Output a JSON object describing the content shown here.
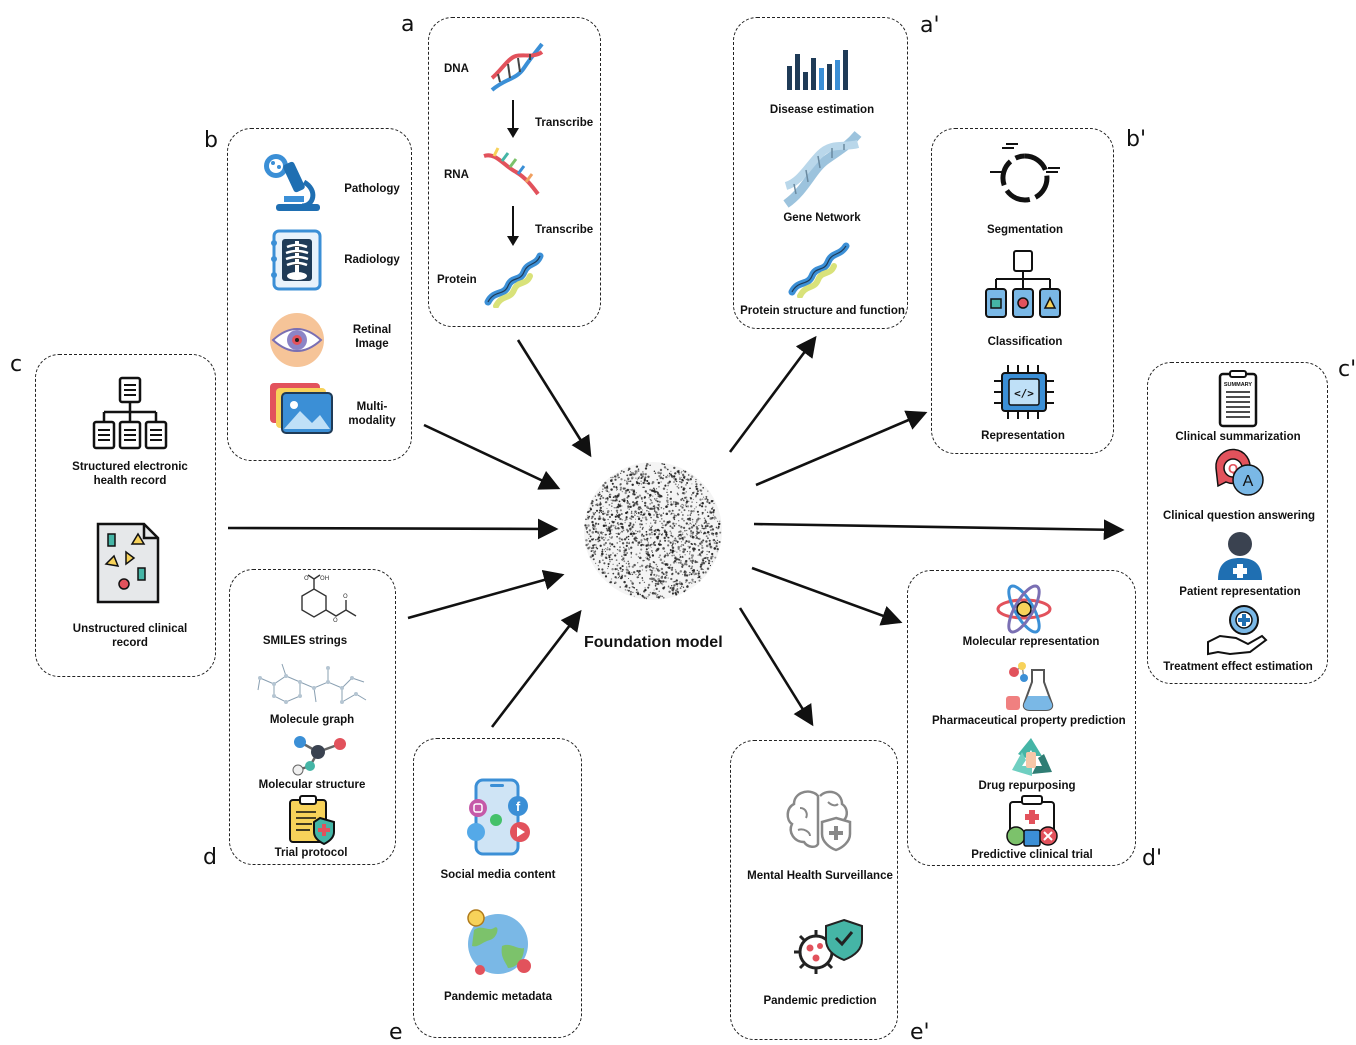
{
  "center": {
    "title": "Foundation model"
  },
  "panels": {
    "a": {
      "letter": "a",
      "labels": {
        "dna": "DNA",
        "rna": "RNA",
        "protein": "Protein",
        "transcribe1": "Transcribe",
        "transcribe2": "Transcribe"
      }
    },
    "a2": {
      "letter": "a'",
      "labels": {
        "disease": "Disease estimation",
        "gene": "Gene Network",
        "protein": "Protein structure and function"
      }
    },
    "b": {
      "letter": "b",
      "labels": {
        "pathology": "Pathology",
        "radiology": "Radiology",
        "retinal": "Retinal Image",
        "multi": "Multi-modality"
      }
    },
    "b2": {
      "letter": "b'",
      "labels": {
        "segmentation": "Segmentation",
        "classification": "Classification",
        "representation": "Representation"
      }
    },
    "c": {
      "letter": "c",
      "labels": {
        "structured": "Structured electronic health record",
        "unstructured": "Unstructured clinical record"
      }
    },
    "c2": {
      "letter": "c'",
      "labels": {
        "summarization": "Clinical summarization",
        "summary_tag": "SUMMARY",
        "qa": "Clinical question answering",
        "patient": "Patient representation",
        "treatment": "Treatment effect estimation"
      }
    },
    "d": {
      "letter": "d",
      "labels": {
        "smiles": "SMILES strings",
        "graph": "Molecule graph",
        "structure": "Molecular structure",
        "trial": "Trial protocol"
      }
    },
    "d2": {
      "letter": "d'",
      "labels": {
        "molrep": "Molecular representation",
        "pharma": "Pharmaceutical property prediction",
        "drug": "Drug repurposing",
        "trial": "Predictive clinical trial"
      }
    },
    "e": {
      "letter": "e",
      "labels": {
        "social": "Social media content",
        "pandemic": "Pandemic metadata"
      }
    },
    "e2": {
      "letter": "e'",
      "labels": {
        "mental": "Mental Health Surveillance",
        "pandemic": "Pandemic prediction"
      }
    }
  },
  "colors": {
    "line": "#111111",
    "blue": "#3b8fd6",
    "orange": "#f0a060",
    "pink": "#f08080",
    "teal": "#45b5a6",
    "yellow": "#f7d25a",
    "green": "#7cc26b"
  },
  "icons": [
    "microscope-icon",
    "xray-icon",
    "eye-icon",
    "images-icon",
    "dna-icon",
    "rna-icon",
    "protein-icon",
    "bar-chart-icon",
    "gene-network-icon",
    "segmentation-icon",
    "classification-icon",
    "chip-icon",
    "document-tree-icon",
    "clinical-note-icon",
    "clipboard-summary-icon",
    "qa-bubble-icon",
    "patient-icon",
    "hand-care-icon",
    "molecule-icon",
    "molecule-graph-icon",
    "molecule-structure-icon",
    "trial-protocol-icon",
    "atom-icon",
    "flask-icon",
    "recycle-icon",
    "clinical-trial-icon",
    "phone-social-icon",
    "globe-virus-icon",
    "brain-shield-icon",
    "virus-shield-icon"
  ]
}
